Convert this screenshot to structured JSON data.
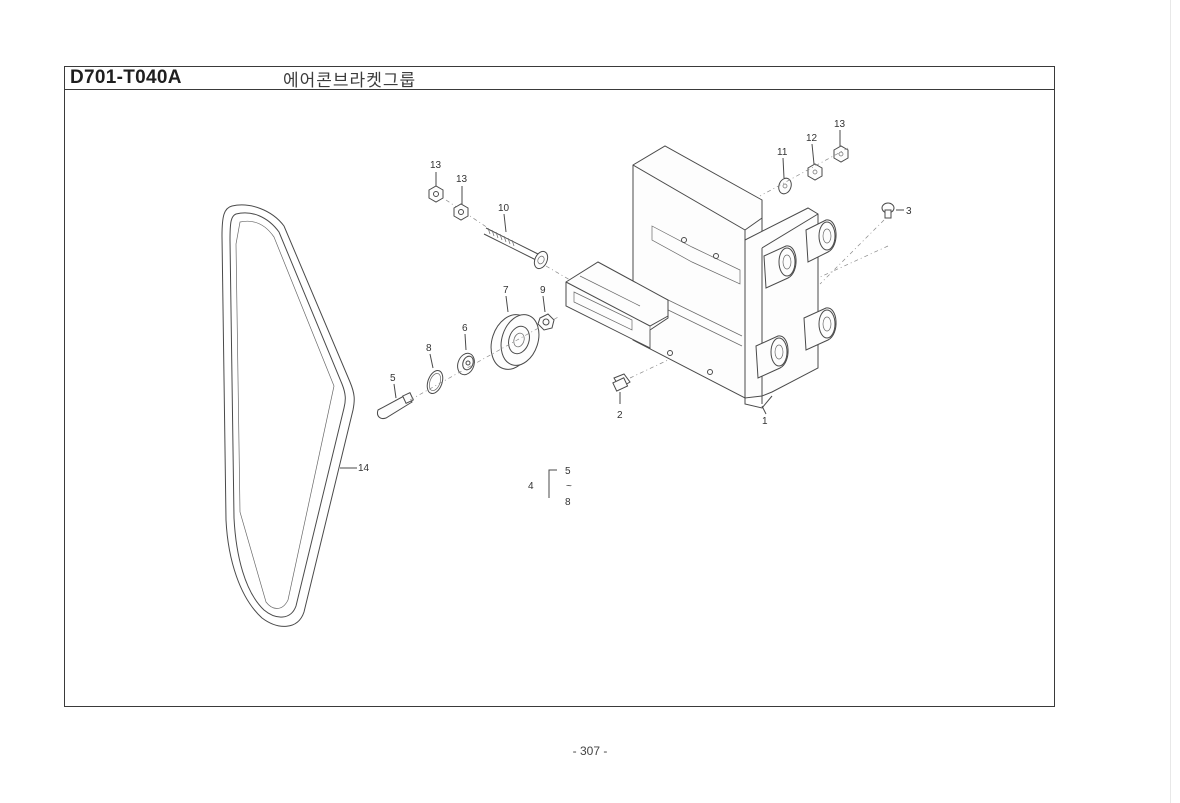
{
  "header": {
    "code": "D701-T040A",
    "title": "에어콘브라켓그룹"
  },
  "callouts": {
    "c1": "1",
    "c2": "2",
    "c3": "3",
    "c4": "4",
    "c5": "5",
    "c6": "6",
    "c7": "7",
    "c8": "8",
    "c9": "9",
    "c10": "10",
    "c11": "11",
    "c12": "12",
    "c13a": "13",
    "c13b": "13",
    "c13c": "13",
    "c14": "14",
    "kit_from": "5",
    "kit_to": "8",
    "kit_sep": "~"
  },
  "footer": {
    "page": "- 307 -"
  }
}
